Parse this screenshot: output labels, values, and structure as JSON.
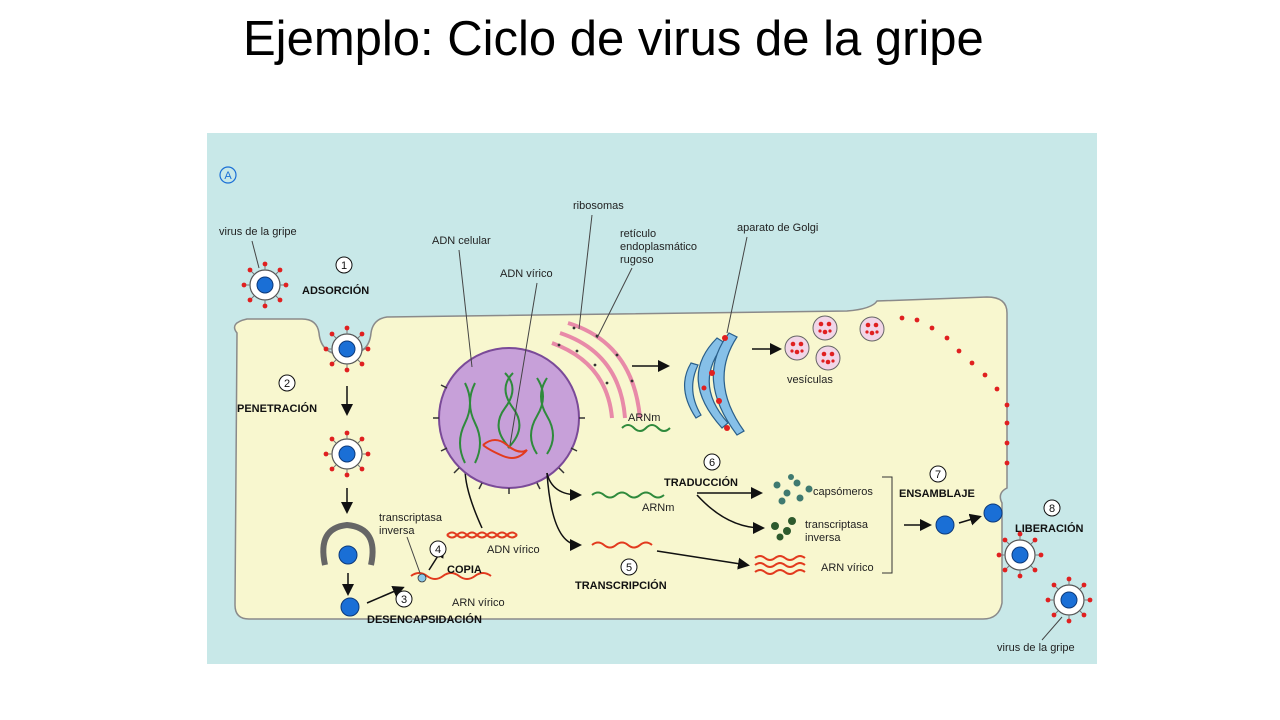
{
  "title": "Ejemplo: Ciclo de virus de la gripe",
  "figure": {
    "panel_marker": "A",
    "labels": {
      "virus_top": "virus de la gripe",
      "virus_bottom": "virus de la gripe",
      "adn_celular": "ADN celular",
      "adn_virico": "ADN vírico",
      "ribosomas": "ribosomas",
      "reticulo_1": "retículo",
      "reticulo_2": "endoplasmático",
      "reticulo_3": "rugoso",
      "golgi": "aparato de Golgi",
      "vesiculas": "vesículas",
      "arnm_1": "ARNm",
      "arnm_2": "ARNm",
      "capsomeros": "capsómeros",
      "transcriptasa_r_1": "transcriptasa",
      "transcriptasa_r_2": "inversa",
      "arn_virico_right": "ARN vírico",
      "transcriptasa_l_1": "transcriptasa",
      "transcriptasa_l_2": "inversa",
      "adn_virico_copy": "ADN vírico",
      "arn_virico_left": "ARN vírico"
    },
    "steps": [
      {
        "num": "1",
        "label": "ADSORCIÓN"
      },
      {
        "num": "2",
        "label": "PENETRACIÓN"
      },
      {
        "num": "3",
        "label": "DESENCAPSIDACIÓN"
      },
      {
        "num": "4",
        "label": "COPIA"
      },
      {
        "num": "5",
        "label": "TRANSCRIPCIÓN"
      },
      {
        "num": "6",
        "label": "TRADUCCIÓN"
      },
      {
        "num": "7",
        "label": "ENSAMBLAJE"
      },
      {
        "num": "8",
        "label": "LIBERACIÓN"
      }
    ],
    "colors": {
      "panel_bg": "#c8e8e8",
      "cell_fill": "#f8f7cf",
      "virus_core": "#1a6fd6",
      "spike": "#e02020",
      "nucleus": "#c7a0d9",
      "dna": "#2f8a3c",
      "rna_red": "#e23a1e",
      "golgi": "#86c0e8",
      "reticulum": "#e88aa8"
    }
  }
}
